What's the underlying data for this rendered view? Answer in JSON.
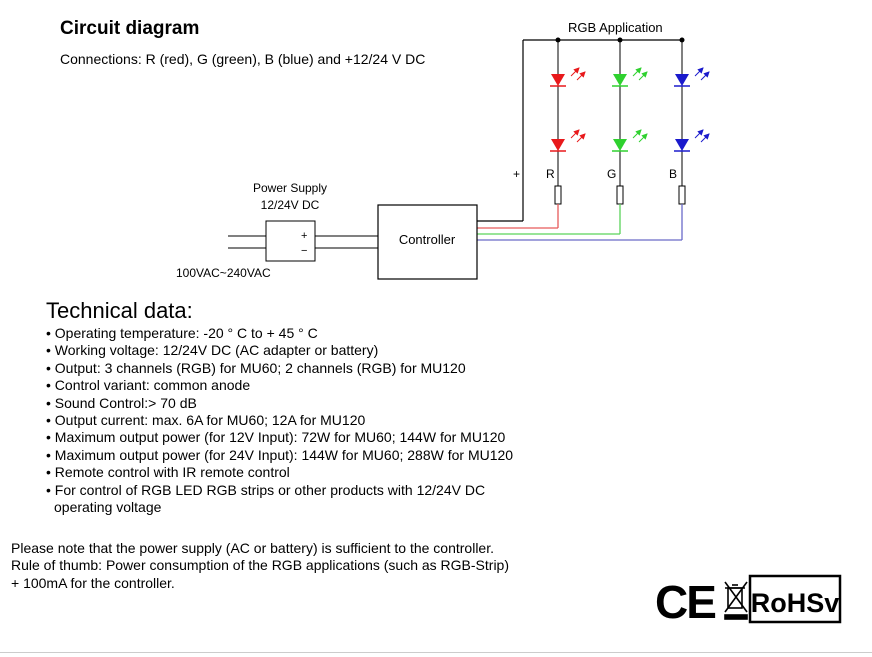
{
  "header": {
    "title": "Circuit diagram",
    "subtitle": "Connections: R (red), G (green), B (blue) and +12/24 V DC"
  },
  "diagram": {
    "rgb_application_label": "RGB Application",
    "power_supply_label": "Power Supply",
    "power_supply_voltage": "12/24V DC",
    "mains_label": "100VAC~240VAC",
    "plus_sign": "+",
    "minus_sign": "−",
    "controller_label": "Controller",
    "common_plus": "+",
    "channel_labels": [
      "R",
      "G",
      "B"
    ],
    "colors": {
      "red": "#e8191b",
      "green": "#2fd12f",
      "blue": "#1a1acc",
      "wire_red": "#e65a5a",
      "wire_green": "#5bd35b",
      "wire_blue": "#6a6ac8"
    }
  },
  "technical": {
    "title": "Technical data:",
    "items": [
      "• Operating temperature: -20 ° C to + 45 ° C",
      "• Working voltage: 12/24V DC (AC adapter or battery)",
      "• Output: 3 channels (RGB) for MU60; 2 channels (RGB) for MU120",
      "• Control variant: common anode",
      "• Sound Control:> 70 dB",
      "• Output current: max. 6A  for MU60; 12A  for MU120",
      "• Maximum output power (for 12V Input): 72W for MU60; 144W for MU120",
      "• Maximum output power (for 24V Input): 144W for MU60; 288W for MU120",
      "• Remote control with IR remote control",
      "• For control of RGB LED RGB strips or other products with 12/24V DC"
    ],
    "last_item_continuation": "operating voltage"
  },
  "note": {
    "line1": "Please note that the power supply (AC or battery) is sufficient to the controller.",
    "line2": "Rule of thumb: Power consumption of the RGB applications (such as RGB-Strip)",
    "line3": "+ 100mA for the controller."
  },
  "certifications": {
    "ce": "CE",
    "rohs": "RoHSv"
  }
}
